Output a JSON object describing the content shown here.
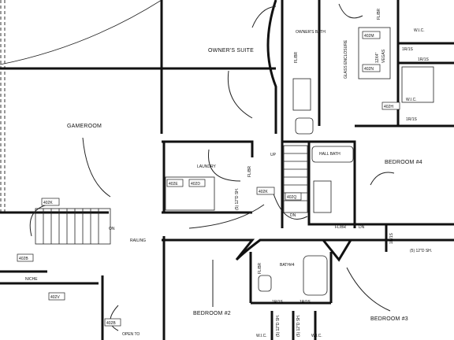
{
  "rooms": {
    "owners_suite": "OWNER'S SUITE",
    "owners_bath": "OWNER'S BATH",
    "gameroom": "GAMEROOM",
    "laundry": "LAUNDRY",
    "hall_bath": "HALL BATH",
    "bedroom_4": "BEDROOM #4",
    "bedroom_2": "BEDROOM #2",
    "bedroom_3": "BEDROOM #3",
    "bath_4": "BATH#4",
    "niche": "NICHE",
    "open_to": "OPEN TO",
    "glass_enclosure": "GLASS ENCLOSURE",
    "railing": "RAILING",
    "wic_top": "W.I.C.",
    "wic_right": "W.I.C.",
    "wic_bl": "W.I.C.",
    "wic_br": "W.I.C."
  },
  "tags": {
    "t402m": "402M",
    "t402n": "402N",
    "t402h": "402H",
    "t402k_game": "402K",
    "t402e": "402E",
    "t402d": "402D",
    "t402k_hall": "402K",
    "t402q": "402Q",
    "t402b": "402B",
    "t402v": "402V",
    "t402b_low": "402B"
  },
  "notes": {
    "fl_br_1": "FL/BR",
    "fl_br_2": "FL/BR",
    "fl_br_3": "FL/BR",
    "fl_br_4": "FL/BR",
    "fl_br_5": "FL/BR",
    "up": "UP",
    "dn": "DN",
    "on": "ON",
    "dn_right": "DN",
    "shelf_1": "1R/1S",
    "shelf_2": "1R/1S",
    "shelf_3": "1R/1S",
    "shelf_4": "1R/1S",
    "shelf_5": "1R/1S",
    "shelf_6": "1R/1S",
    "sh_5": "(5) 12\"D SH.",
    "sh_laundry": "(5) 12\"D SH.",
    "sh_bl": "(5) 12\"D SH.",
    "sh_br": "(5) 12\"D SH.",
    "shower_1": "12X4\"",
    "shower_2": "VEGAS"
  }
}
